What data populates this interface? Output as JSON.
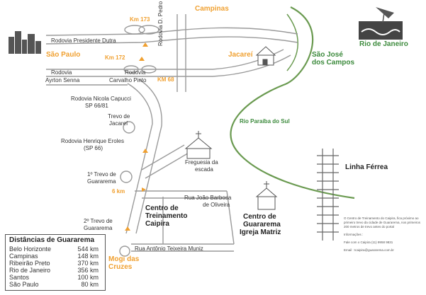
{
  "colors": {
    "road": "#9a9a9a",
    "accent": "#f0a030",
    "river": "#6a9a50",
    "text": "#333333",
    "green_label": "#3c8a3c"
  },
  "cities": {
    "campinas": "Campinas",
    "sao_paulo": "São Paulo",
    "jacarei": "Jacareí",
    "sao_jose": [
      "São José",
      "dos Campos"
    ],
    "rio": "Rio de Janeiro",
    "mogi": [
      "Mogi das",
      "Cruzes"
    ]
  },
  "km_markers": {
    "km173": "Km 173",
    "km172": "Km 172",
    "km68": "KM 68",
    "km6": "6 km"
  },
  "roads": {
    "presidente_dutra": "Rodovia Presidente Dutra",
    "rodovia_left": "Rodovia",
    "rodovia_mid": "Rodovia",
    "ayrton": "Ayrton Senna",
    "carvalho": "Carvalho Pinto",
    "dom_pedro": "Rodovia D. Pedro",
    "nicola": [
      "Rodovia Nicola Capucci",
      "SP 66/81"
    ],
    "trevo_jacarei": [
      "Trevo de",
      "Jacareí"
    ],
    "henrique": [
      "Rodovia Henrique Eroles",
      "(SP 66)"
    ],
    "trevo1": [
      "1º Trevo de",
      "Guararema"
    ],
    "trevo2": [
      "2º Trevo de",
      "Guararema"
    ],
    "joao_barbosa": [
      "Rua João Barbosa",
      "de Oliveira"
    ],
    "antonio": "Rua Antônio Teixeira Muniz"
  },
  "places": {
    "rio_paraiba": "Rio Paraíba do Sul",
    "freguesia": [
      "Freguesia da",
      "escada"
    ],
    "linha_ferrea": "Linha Férrea",
    "centro_caipira": [
      "Centro de",
      "Treinamento",
      "Caipira"
    ],
    "centro_guararema": [
      "Centro de",
      "Guararema",
      "Igreja Matriz"
    ]
  },
  "distances": {
    "title": "Distâncias de Guararema",
    "rows": [
      {
        "city": "Belo Horizonte",
        "km": "544 km"
      },
      {
        "city": "Campinas",
        "km": "148 km"
      },
      {
        "city": "Ribeirão Preto",
        "km": "370 km"
      },
      {
        "city": "Rio de Janeiro",
        "km": "356 km"
      },
      {
        "city": "Santos",
        "km": "100 km"
      },
      {
        "city": "São Paulo",
        "km": "80 km"
      }
    ]
  },
  "info": {
    "text": "O Centro de Treinamento do Caipira, fica próximo ao primeiro trevo da cidade de Guararema, nos primeiros 200 metros de trevo antes do portal",
    "heading": "Informações :",
    "phone": "Fale com o Caipira (11) 9958 9831",
    "email": "Email : tcaipira@guararema.com.br"
  }
}
